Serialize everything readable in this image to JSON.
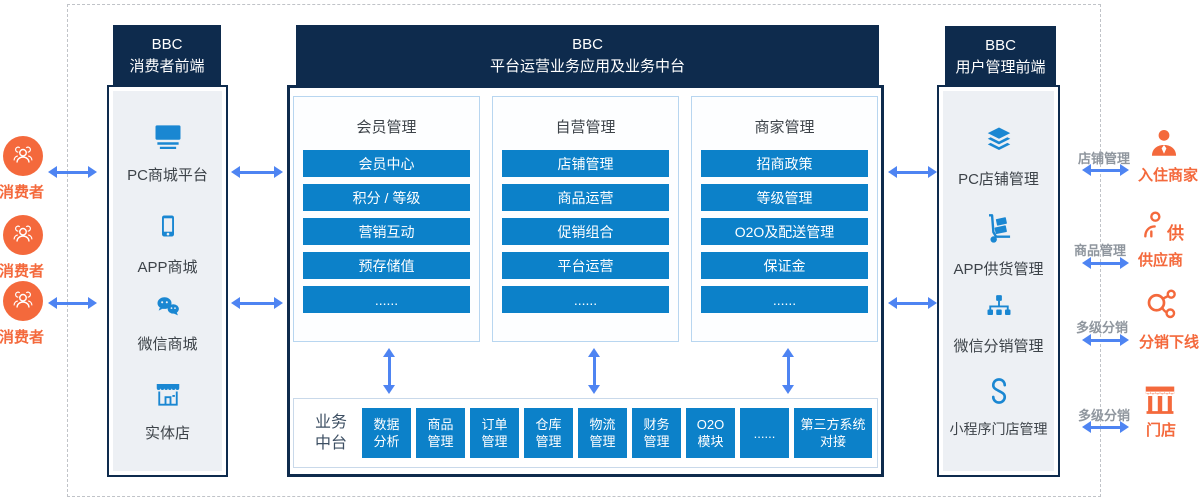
{
  "palette": {
    "navy": "#0e2b4d",
    "primary_blue": "#0c81c9",
    "icon_blue": "#1a87d2",
    "arrow_blue": "#4e84f2",
    "orange": "#f4693c",
    "gray_label": "#8f969e",
    "inner_panel_gray": "#edf0f4"
  },
  "consumers": {
    "items": [
      "消费者",
      "消费者",
      "消费者"
    ]
  },
  "left_panel": {
    "title_line1": "BBC",
    "title_line2": "消费者前端",
    "items": [
      {
        "icon": "pc-monitor-icon",
        "label": "PC商城平台"
      },
      {
        "icon": "smartphone-icon",
        "label": "APP商城"
      },
      {
        "icon": "wechat-icon",
        "label": "微信商城"
      },
      {
        "icon": "storefront-icon",
        "label": "实体店"
      }
    ]
  },
  "center_panel": {
    "title_line1": "BBC",
    "title_line2": "平台运营业务应用及业务中台",
    "cards": [
      {
        "title": "会员管理",
        "buttons": [
          "会员中心",
          "积分 / 等级",
          "营销互动",
          "预存储值",
          "......"
        ]
      },
      {
        "title": "自营管理",
        "buttons": [
          "店铺管理",
          "商品运营",
          "促销组合",
          "平台运营",
          "......"
        ]
      },
      {
        "title": "商家管理",
        "buttons": [
          "招商政策",
          "等级管理",
          "O2O及配送管理",
          "保证金",
          "......"
        ]
      }
    ]
  },
  "middle_platform": {
    "label_line1": "业务",
    "label_line2": "中台",
    "modules": [
      {
        "line1": "数据",
        "line2": "分析"
      },
      {
        "line1": "商品",
        "line2": "管理"
      },
      {
        "line1": "订单",
        "line2": "管理"
      },
      {
        "line1": "仓库",
        "line2": "管理"
      },
      {
        "line1": "物流",
        "line2": "管理"
      },
      {
        "line1": "财务",
        "line2": "管理"
      },
      {
        "line1": "O2O",
        "line2": "模块"
      },
      {
        "line1": "......",
        "line2": ""
      },
      {
        "line1": "第三方系统",
        "line2": "对接"
      }
    ]
  },
  "right_panel": {
    "title_line1": "BBC",
    "title_line2": "用户管理前端",
    "items": [
      {
        "icon": "layers-icon",
        "label": "PC店铺管理"
      },
      {
        "icon": "handtruck-icon",
        "label": "APP供货管理"
      },
      {
        "icon": "sitemap-icon",
        "label": "微信分销管理"
      },
      {
        "icon": "miniprogram-icon",
        "label": "小程序门店管理"
      }
    ]
  },
  "right_external": [
    {
      "relation_label": "店铺管理",
      "entity_label": "入住商家",
      "icon": "merchant-icon"
    },
    {
      "relation_label": "商品管理",
      "entity_label": "供应商",
      "side_char": "供",
      "icon": "supplier-icon"
    },
    {
      "relation_label": "多级分销",
      "entity_label": "分销下线",
      "icon": "distribution-icon"
    },
    {
      "relation_label": "多级分销",
      "entity_label": "门店",
      "icon": "shop-icon"
    }
  ]
}
